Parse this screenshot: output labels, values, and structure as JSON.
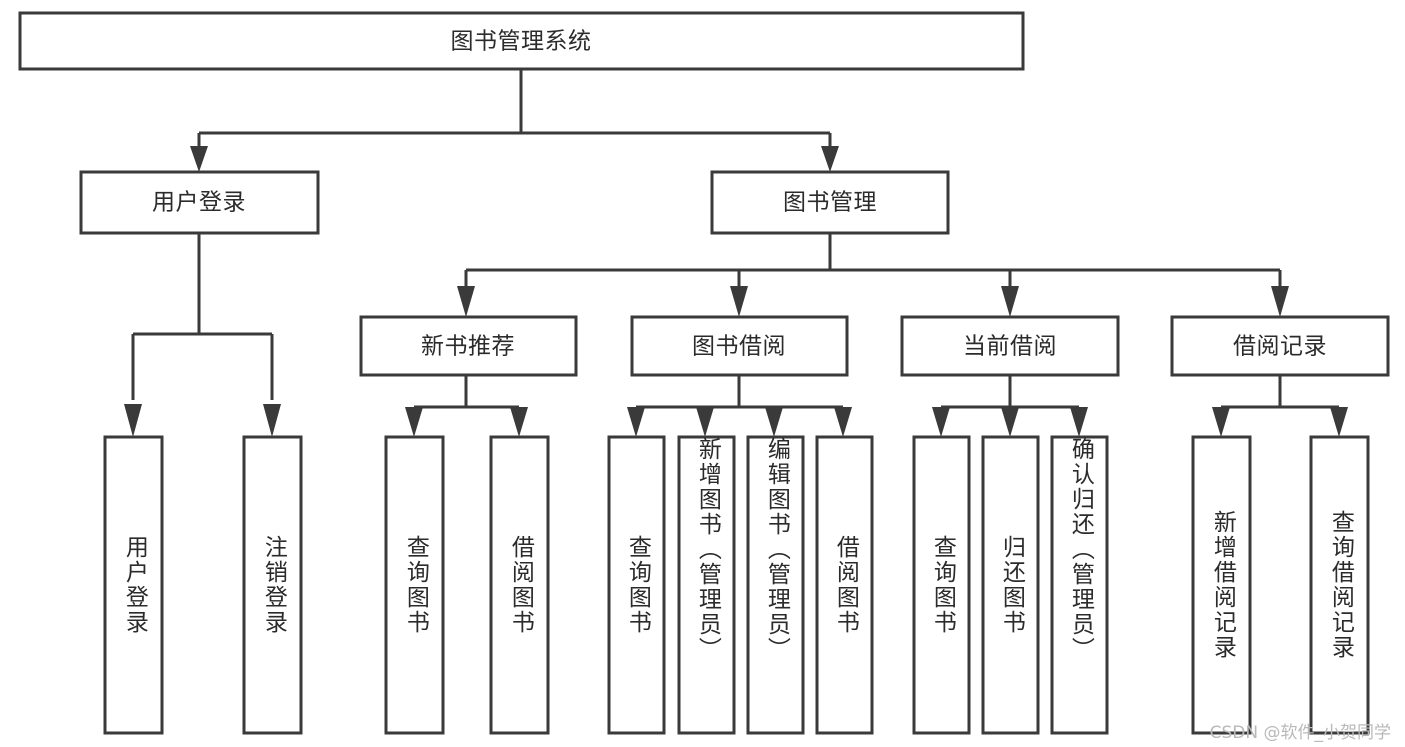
{
  "diagram": {
    "title": "图书管理系统",
    "type": "tree-hierarchy-flowchart",
    "watermark": "CSDN @软件_小贺同学",
    "colors": {
      "background": "#ffffff",
      "box_border": "#3a3a3a",
      "box_fill": "#ffffff",
      "text": "#2b2b2b",
      "watermark": "#b9b9b9"
    },
    "root": {
      "id": "root",
      "label": "图书管理系统",
      "orientation": "horizontal"
    },
    "level2": [
      {
        "id": "user-login",
        "label": "用户登录",
        "orientation": "horizontal"
      },
      {
        "id": "book-management",
        "label": "图书管理",
        "orientation": "horizontal"
      }
    ],
    "level3": [
      {
        "id": "new-book-recommend",
        "label": "新书推荐",
        "orientation": "horizontal",
        "parent": "book-management"
      },
      {
        "id": "book-borrow",
        "label": "图书借阅",
        "orientation": "horizontal",
        "parent": "book-management"
      },
      {
        "id": "current-borrow",
        "label": "当前借阅",
        "orientation": "horizontal",
        "parent": "book-management"
      },
      {
        "id": "borrow-record",
        "label": "借阅记录",
        "orientation": "horizontal",
        "parent": "book-management"
      }
    ],
    "leaves": [
      {
        "id": "leaf-user-login",
        "label": "用户登录",
        "orientation": "vertical",
        "parent": "user-login"
      },
      {
        "id": "leaf-logout",
        "label": "注销登录",
        "orientation": "vertical",
        "parent": "user-login"
      },
      {
        "id": "leaf-query-book-1",
        "label": "查询图书",
        "orientation": "vertical",
        "parent": "new-book-recommend"
      },
      {
        "id": "leaf-borrow-book-1",
        "label": "借阅图书",
        "orientation": "vertical",
        "parent": "new-book-recommend"
      },
      {
        "id": "leaf-query-book-2",
        "label": "查询图书",
        "orientation": "vertical",
        "parent": "book-borrow"
      },
      {
        "id": "leaf-add-book",
        "label": "新增图书（管理员）",
        "orientation": "vertical",
        "parent": "book-borrow"
      },
      {
        "id": "leaf-edit-book",
        "label": "编辑图书（管理员）",
        "orientation": "vertical",
        "parent": "book-borrow"
      },
      {
        "id": "leaf-borrow-book-2",
        "label": "借阅图书",
        "orientation": "vertical",
        "parent": "book-borrow"
      },
      {
        "id": "leaf-query-book-3",
        "label": "查询图书",
        "orientation": "vertical",
        "parent": "current-borrow"
      },
      {
        "id": "leaf-return-book",
        "label": "归还图书",
        "orientation": "vertical",
        "parent": "current-borrow"
      },
      {
        "id": "leaf-confirm-return",
        "label": "确认归还（管理员）",
        "orientation": "vertical",
        "parent": "current-borrow"
      },
      {
        "id": "leaf-add-record",
        "label": "新增借阅记录",
        "orientation": "vertical",
        "parent": "borrow-record"
      },
      {
        "id": "leaf-query-record",
        "label": "查询借阅记录",
        "orientation": "vertical",
        "parent": "borrow-record"
      }
    ]
  }
}
